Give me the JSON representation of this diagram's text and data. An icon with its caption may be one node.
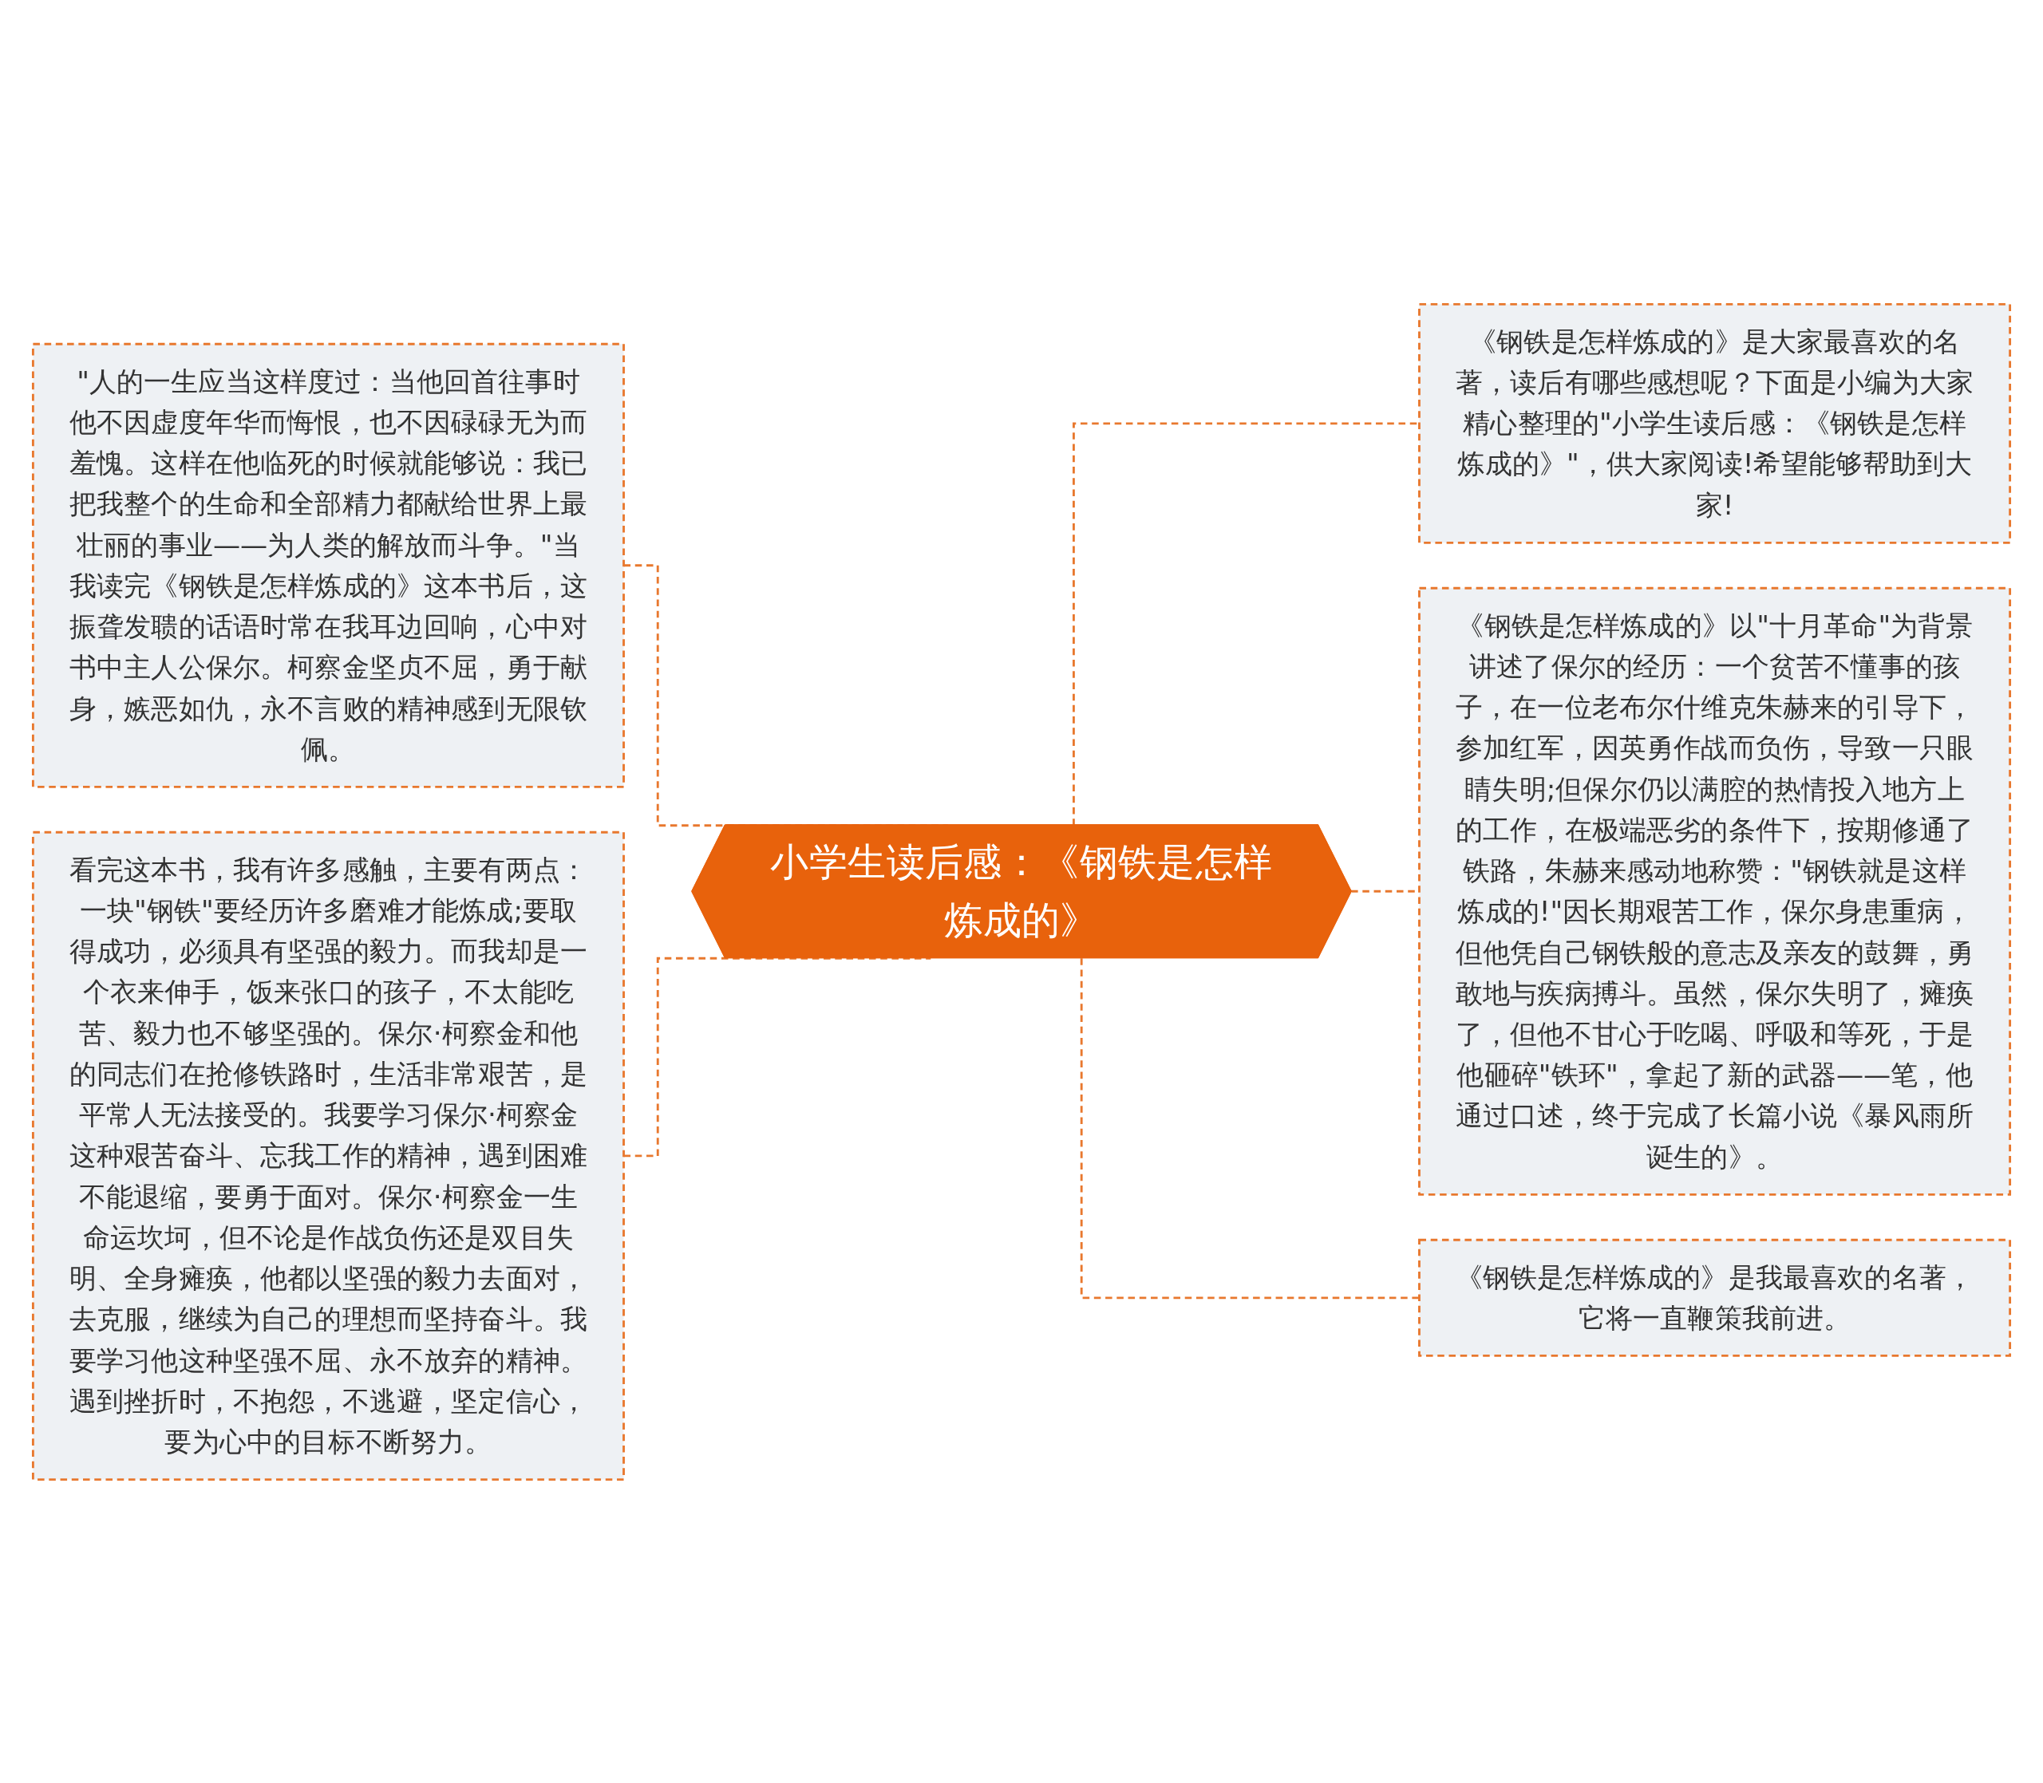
{
  "diagram": {
    "nodes": [
      {
        "text": [
          "小学生读后感：《钢铁是怎样炼成的》"
        ]
      },
      {
        "text": [
          "\"人的一生应当这样度过：当他回首往事时他不因虚度年华而悔恨，也不因碌碌无为而羞愧。这样在他临死的时候就能够说：我已把我整个的生命和全部精力都献给世界上最壮丽的事业——为人类的解放而斗争。\"当我读完《钢铁是怎样炼成的》这本书后，这振聋发聩的话语时常在我耳边回响，心中对书中主人公保尔。柯察金坚贞不屈，勇于献身，嫉恶如仇，永不言败的精神感到无限钦佩。"
        ]
      },
      {
        "text": [
          "看完这本书，我有许多感触，主要有两点：一块\"钢铁\"要经历许多磨难才能炼成;要取得成功，必须具有坚强的毅力。而我却是一个衣来伸手，饭来张口的孩子，不太能吃苦、毅力也不够坚强的。保尔·柯察金和他的同志们在抢修铁路时，生活非常艰苦，是平常人无法接受的。我要学习保尔·柯察金这种艰苦奋斗、忘我工作的精神，遇到困难不能退缩，要勇于面对。保尔·柯察金一生命运坎坷，但不论是作战负伤还是双目失明、全身瘫痪，他都以坚强的毅力去面对，去克服，继续为自己的理想而坚持奋斗。我要学习他这种坚强不屈、永不放弃的精神。遇到挫折时，不抱怨，不逃避，坚定信心，要为心中的目标不断努力。"
        ]
      },
      {
        "text": [
          "《钢铁是怎样炼成的》是大家最喜欢的名著，读后有哪些感想呢？下面是小编为大家精心整理的\"小学生读后感：《钢铁是怎样炼成的》\"，供大家阅读!希望能够帮助到大家!"
        ]
      },
      {
        "text": [
          "《钢铁是怎样炼成的》以\"十月革命\"为背景讲述了保尔的经历：一个贫苦不懂事的孩子，在一位老布尔什维克朱赫来的引导下，参加红军，因英勇作战而负伤，导致一只眼睛失明;但保尔仍以满腔的热情投入地方上的工作，在极端恶劣的条件下，按期修通了铁路，朱赫来感动地称赞：\"钢铁就是这样炼成的!\"因长期艰苦工作，保尔身患重病，但他凭自己钢铁般的意志及亲友的鼓舞，勇敢地与疾病搏斗。虽然，保尔失明了，瘫痪了，但他不甘心于吃喝、呼吸和等死，于是他砸碎\"铁环\"，拿起了新的武器——笔，他通过口述，终于完成了长篇小说《暴风雨所诞生的》。"
        ]
      },
      {
        "text": [
          "《钢铁是怎样炼成的》是我最喜欢的名著，它将一直鞭策我前进。"
        ]
      }
    ],
    "edges": [
      {
        "from": 1,
        "to": 0,
        "arrow": "none",
        "style": "dashed"
      },
      {
        "from": 2,
        "to": 0,
        "arrow": "none",
        "style": "dashed"
      },
      {
        "from": 0,
        "to": 3,
        "arrow": "none",
        "style": "dashed"
      },
      {
        "from": 0,
        "to": 4,
        "arrow": "none",
        "style": "dashed"
      },
      {
        "from": 0,
        "to": 5,
        "arrow": "none",
        "style": "dashed"
      }
    ]
  }
}
